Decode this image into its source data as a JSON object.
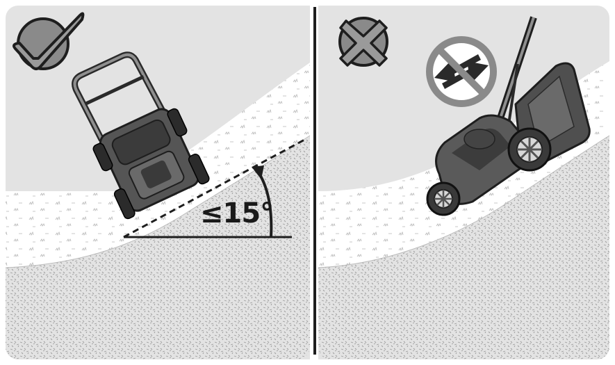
{
  "left_panel": {
    "status": "correct",
    "status_icon": "checkmark-icon",
    "angle_label": "≤15°",
    "subject": "lawn-mower-across-slope-icon"
  },
  "right_panel": {
    "status": "incorrect",
    "status_icon": "cross-icon",
    "prohibition_icon": "no-back-and-forth-icon",
    "subject": "lawn-mower-up-slope-icon"
  },
  "colors": {
    "panel_background": "#e3e3e3",
    "ink": "#1e1e1e",
    "icon_gray": "#8a8a8a",
    "mower_body": "#4a4a4a",
    "grass": "#ffffff"
  }
}
